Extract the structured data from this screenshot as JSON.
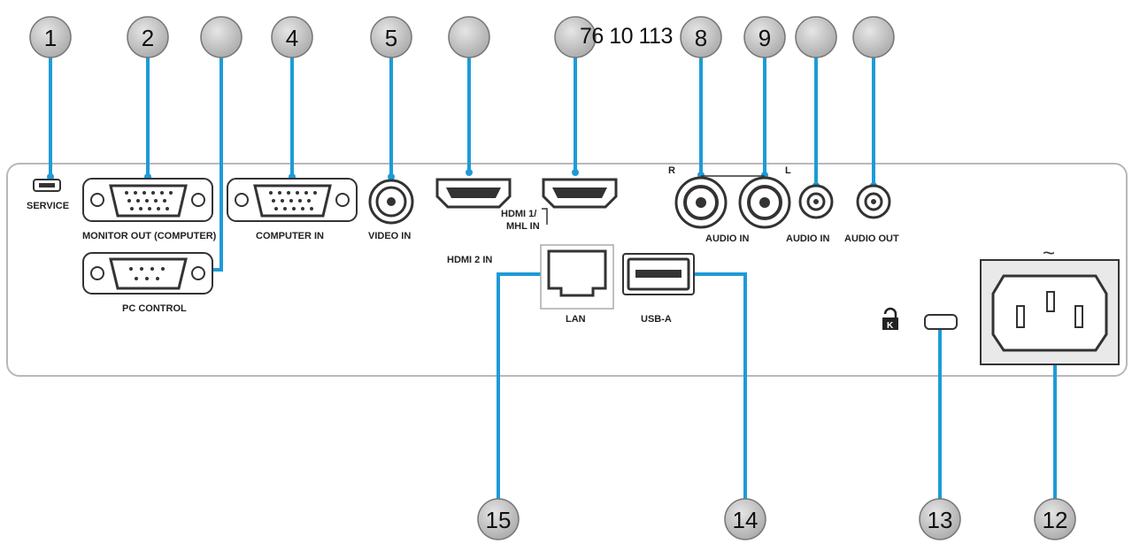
{
  "callouts": {
    "c1": "1",
    "c2": "2",
    "c3": "",
    "c4": "4",
    "c5": "5",
    "c6": "",
    "c7": "76 10 113",
    "c8": "8",
    "c9": "9",
    "c10": "",
    "c11": "",
    "c12": "12",
    "c13": "13",
    "c14": "14",
    "c15": "15"
  },
  "ports": {
    "service": "SERVICE",
    "monitor_out": "MONITOR OUT (COMPUTER)",
    "pc_control": "PC CONTROL",
    "computer_in": "COMPUTER IN",
    "video_in": "VIDEO IN",
    "hdmi2_in": "HDMI 2 IN",
    "hdmi1_line1": "HDMI 1/",
    "hdmi1_line2": "MHL IN",
    "audio_r": "R",
    "audio_l": "L",
    "audio_in_rca": "AUDIO IN",
    "audio_in_jack": "AUDIO IN",
    "audio_out": "AUDIO OUT",
    "lan": "LAN",
    "usb_a": "USB-A",
    "power_symbol": "~"
  },
  "colors": {
    "leader": "#1e9bd7",
    "badge": "#cfcfcf",
    "panel_border": "#b8b8b8"
  }
}
